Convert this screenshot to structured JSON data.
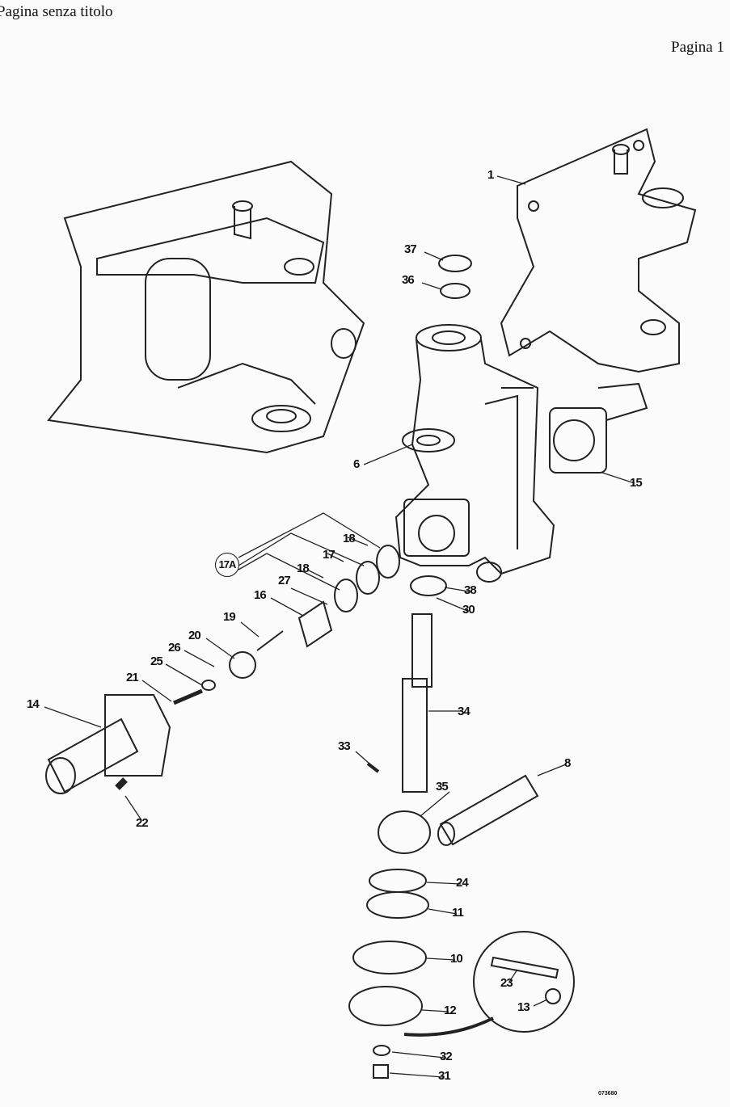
{
  "header": {
    "title": "Pagina senza titolo",
    "page": "Pagina 1"
  },
  "drawing_code": "073680",
  "labels": {
    "p1": "1",
    "p37": "37",
    "p36": "36",
    "p6": "6",
    "p15": "15",
    "p18a": "18",
    "p17": "17",
    "p17a": "17A",
    "p18b": "18",
    "p27": "27",
    "p16": "16",
    "p38": "38",
    "p30": "30",
    "p19": "19",
    "p20": "20",
    "p26": "26",
    "p25": "25",
    "p21": "21",
    "p14": "14",
    "p34": "34",
    "p33": "33",
    "p8": "8",
    "p35": "35",
    "p22": "22",
    "p24": "24",
    "p11": "11",
    "p10": "10",
    "p23": "23",
    "p12": "12",
    "p13": "13",
    "p32": "32",
    "p31": "31"
  }
}
